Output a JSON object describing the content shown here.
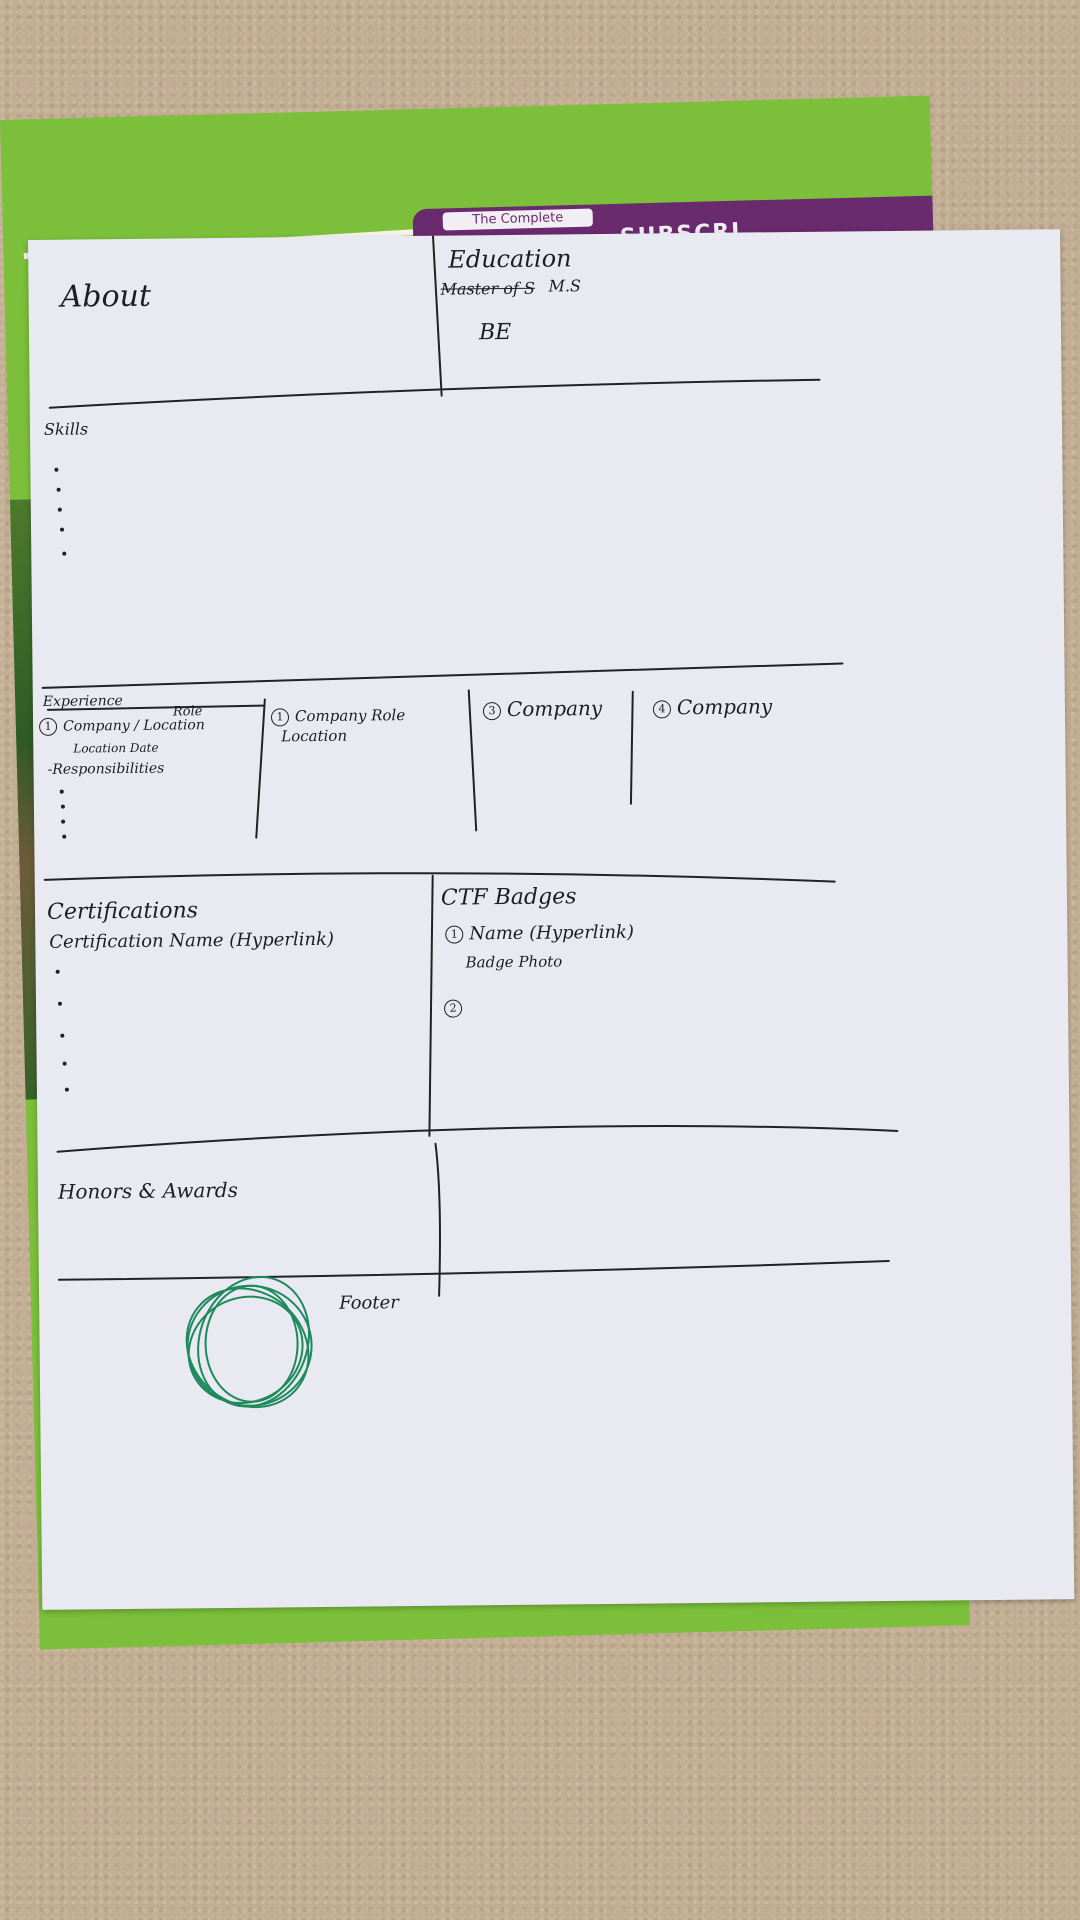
{
  "book": {
    "band_label": "The Complete",
    "band_text": "SUBSCRI"
  },
  "sketch": {
    "about": {
      "title": "About"
    },
    "education": {
      "title": "Education",
      "line1": "Master of S",
      "line2": "M.S",
      "line3": "BE"
    },
    "skills": {
      "title": "Skills"
    },
    "experience": {
      "title": "Experience",
      "col1_line1": "Company / Location",
      "col1_role": "Role",
      "col1_line2": "Location  Date",
      "col1_resp": "-Responsibilities",
      "col2_line1": "Company Role",
      "col2_line2": "Location",
      "col3_label": "Company",
      "col4_label": "Company",
      "num1": "1",
      "num2": "1",
      "num3": "3",
      "num4": "4"
    },
    "certifications": {
      "title": "Certifications",
      "item": "Certification Name (Hyperlink)"
    },
    "ctf_badges": {
      "title": "CTF Badges",
      "name": "Name (Hyperlink)",
      "photo": "Badge Photo",
      "num1": "1",
      "num2": "2"
    },
    "honors": {
      "title": "Honors & Awards"
    },
    "footer": {
      "title": "Footer"
    },
    "colors": {
      "ink": "#1d1d22",
      "green_scribble": "#1d8a5c"
    }
  }
}
